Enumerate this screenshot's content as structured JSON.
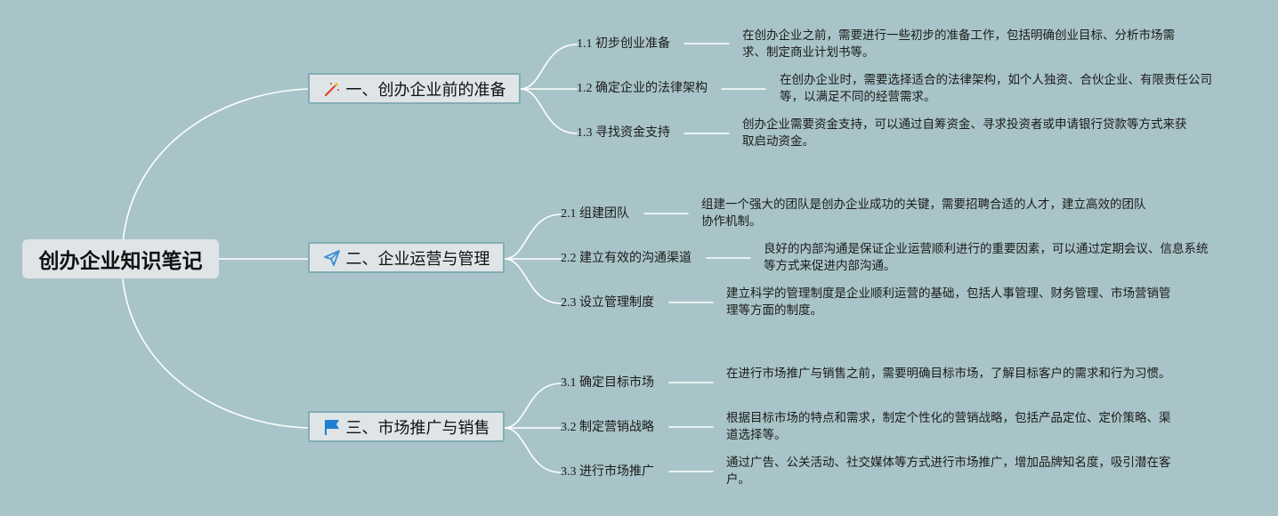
{
  "root": {
    "title": "创办企业知识笔记"
  },
  "branches": [
    {
      "label": "一、创办企业前的准备",
      "icon": "magic-wand-icon",
      "children": [
        {
          "label": "1.1 初步创业准备",
          "desc": "在创办企业之前，需要进行一些初步的准备工作，包括明确创业目标、分析市场需求、制定商业计划书等。"
        },
        {
          "label": "1.2 确定企业的法律架构",
          "desc": "在创办企业时，需要选择适合的法律架构，如个人独资、合伙企业、有限责任公司等，以满足不同的经营需求。"
        },
        {
          "label": "1.3 寻找资金支持",
          "desc": "创办企业需要资金支持，可以通过自筹资金、寻求投资者或申请银行贷款等方式来获取启动资金。"
        }
      ]
    },
    {
      "label": "二、企业运营与管理",
      "icon": "paper-plane-icon",
      "children": [
        {
          "label": "2.1 组建团队",
          "desc": "组建一个强大的团队是创办企业成功的关键，需要招聘合适的人才，建立高效的团队协作机制。"
        },
        {
          "label": "2.2 建立有效的沟通渠道",
          "desc": "良好的内部沟通是保证企业运营顺利进行的重要因素，可以通过定期会议、信息系统等方式来促进内部沟通。"
        },
        {
          "label": "2.3 设立管理制度",
          "desc": "建立科学的管理制度是企业顺利运营的基础，包括人事管理、财务管理、市场营销管理等方面的制度。"
        }
      ]
    },
    {
      "label": "三、市场推广与销售",
      "icon": "flag-icon",
      "children": [
        {
          "label": "3.1 确定目标市场",
          "desc": "在进行市场推广与销售之前，需要明确目标市场，了解目标客户的需求和行为习惯。"
        },
        {
          "label": "3.2 制定营销战略",
          "desc": "根据目标市场的特点和需求，制定个性化的营销战略，包括产品定位、定价策略、渠道选择等。"
        },
        {
          "label": "3.3 进行市场推广",
          "desc": "通过广告、公关活动、社交媒体等方式进行市场推广，增加品牌知名度，吸引潜在客户。"
        }
      ]
    }
  ],
  "colors": {
    "background": "#a8c4c8",
    "line": "#ffffff",
    "node_fill": "#dfe4e7",
    "node_border": "#80aeb3",
    "wand_color": "#d9412b",
    "plane_color": "#3a8fd6",
    "flag_color": "#1f7fd0"
  }
}
